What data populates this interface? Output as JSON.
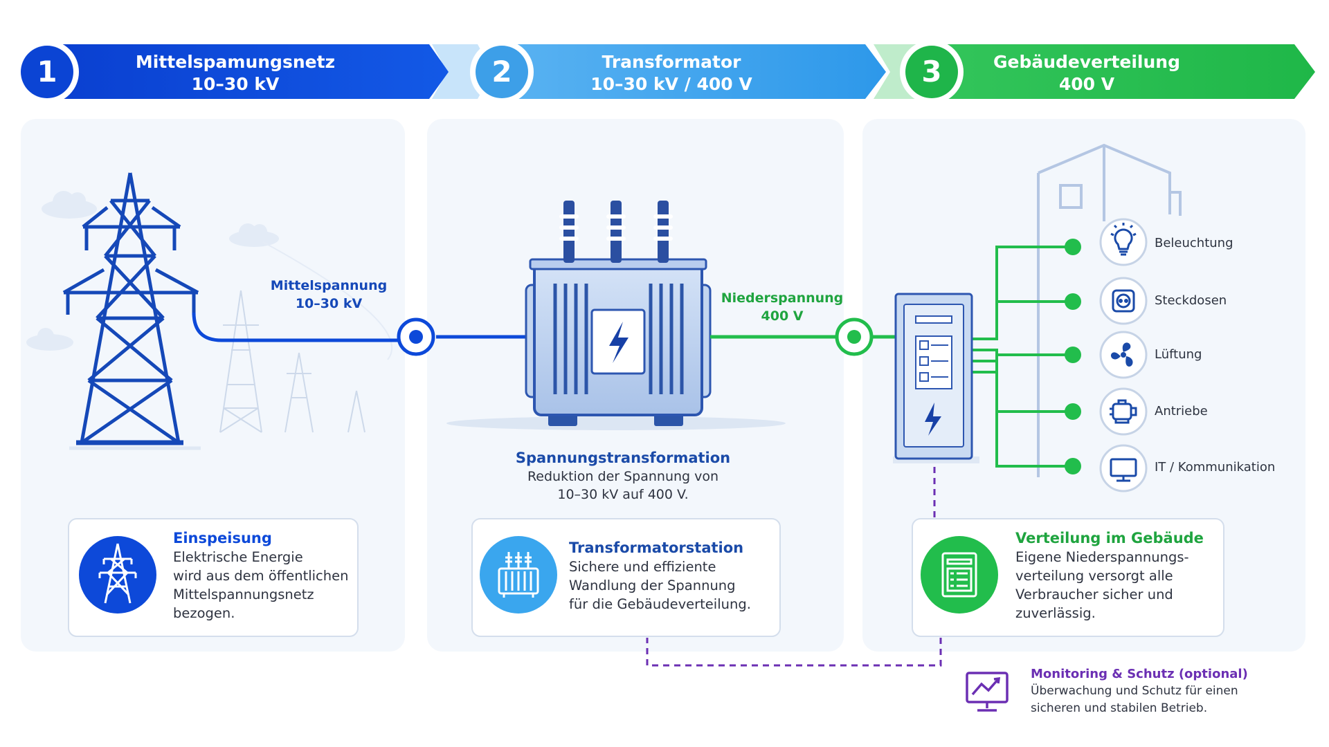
{
  "steps": [
    {
      "number": "1",
      "title": "Mittelspamungsnetz",
      "voltage": "10–30 kV",
      "color": "#0d49d9"
    },
    {
      "number": "2",
      "title": "Transformator",
      "voltage": "10–30 kV / 400 V",
      "color": "#3aa0ee"
    },
    {
      "number": "3",
      "title": "Gebäudeverteilung",
      "voltage": "400 V",
      "color": "#22bd4c"
    }
  ],
  "connections": {
    "mv_label": "Mittelspannung",
    "mv_voltage": "10–30 kV",
    "lv_label": "Niederspannung",
    "lv_voltage": "400 V"
  },
  "transformation": {
    "title": "Spannungstransformation",
    "text1": "Reduktion der Spannung von",
    "text2": "10–30 kV auf 400 V."
  },
  "cards": [
    {
      "title": "Einspeisung",
      "text": "Elektrische Energie\nwird aus dem öffentlichen\nMittelspannungsnetz\nbezogen.",
      "icon": "power-tower-icon"
    },
    {
      "title": "Transformatorstation",
      "text": "Sichere und effiziente\nWandlung der Spannung\nfür die Gebäudeverteilung.",
      "icon": "transformer-icon"
    },
    {
      "title": "Verteilung im Gebäude",
      "text": "Eigene Niederspannungs-\nverteilung versorgt alle\nVerbraucher sicher und\nzuverlässig.",
      "icon": "distribution-board-icon"
    }
  ],
  "consumers": [
    {
      "label": "Beleuchtung",
      "icon": "light-bulb-icon"
    },
    {
      "label": "Steckdosen",
      "icon": "socket-icon"
    },
    {
      "label": "Lüftung",
      "icon": "fan-icon"
    },
    {
      "label": "Antriebe",
      "icon": "motor-icon"
    },
    {
      "label": "IT / Kommunikation",
      "icon": "monitor-icon"
    }
  ],
  "monitoring": {
    "title": "Monitoring & Schutz (optional)",
    "line1": "Überwachung und Schutz für einen",
    "line2": "sicheren und stabilen Betrieb.",
    "icon": "monitoring-icon"
  },
  "colors": {
    "mv": "#0d49d9",
    "trafo": "#3aa0ee",
    "lv": "#22bd4c",
    "monitoring": "#6b2fb3",
    "panel_bg": "#f3f7fc"
  }
}
